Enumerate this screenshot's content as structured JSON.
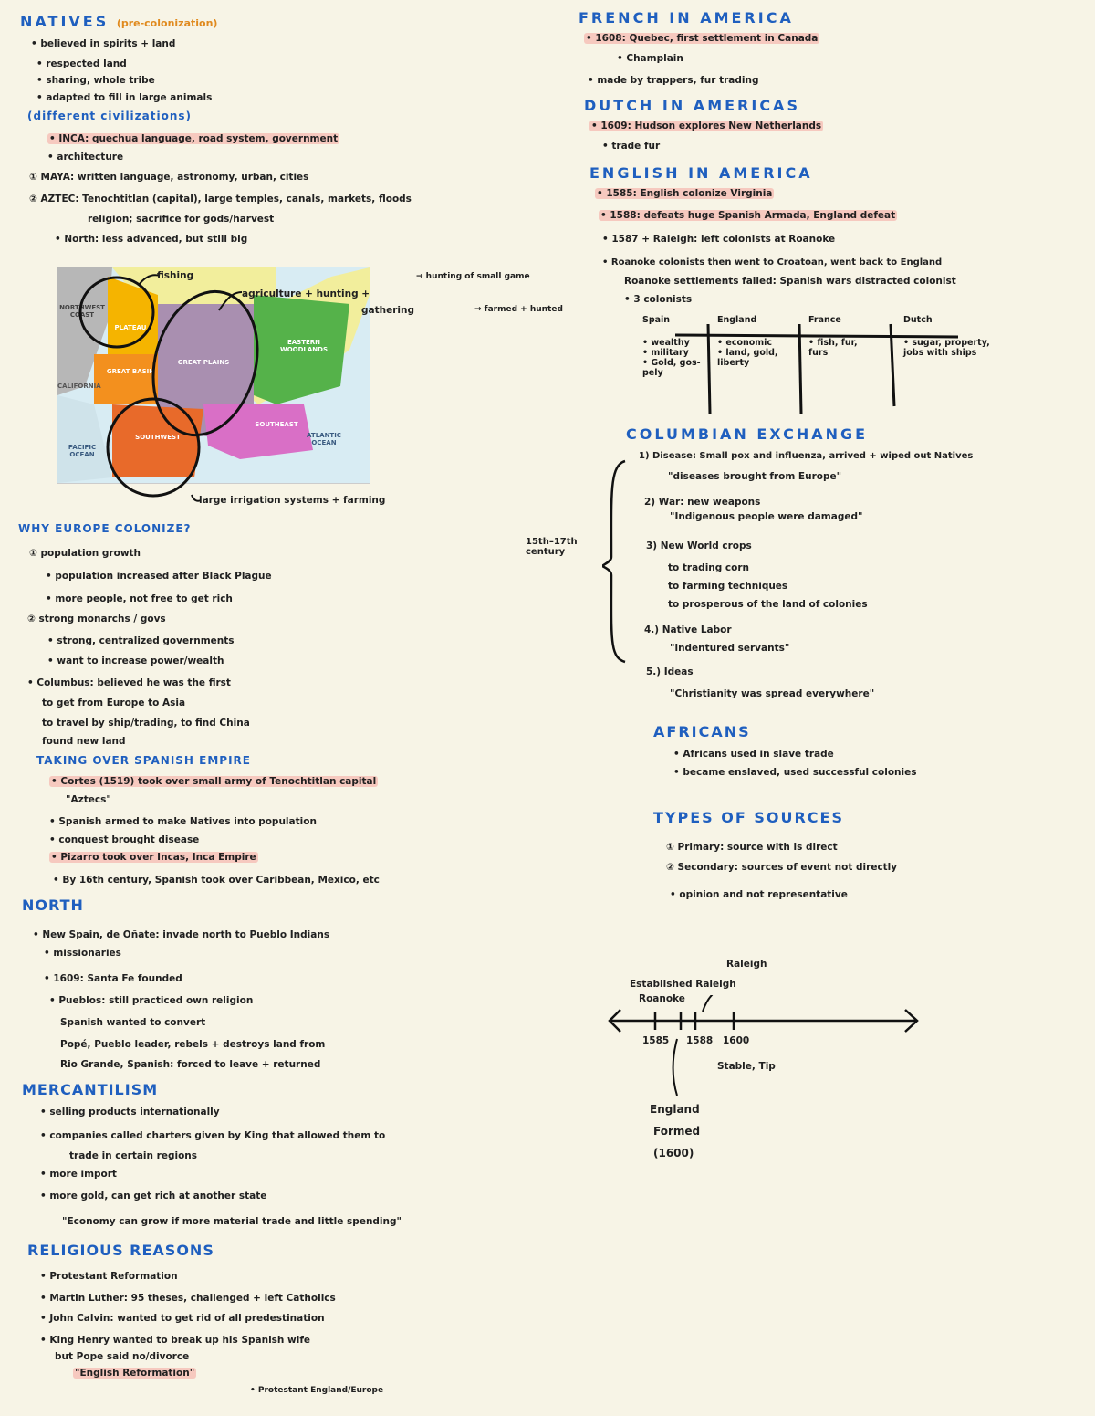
{
  "left": {
    "natives": {
      "title": "NATIVES",
      "subtitle": "(pre-colonization)",
      "lines": [
        "• believed in spirits + land",
        "• respected land",
        "• sharing, whole tribe",
        "• adapted to fill in large animals"
      ],
      "civ_head": "(different civilizations)",
      "inca": "• INCA: quechua language, road system, government",
      "inca2": "• architecture",
      "maya": "① MAYA: written language, astronomy, urban, cities",
      "aztec": "② AZTEC: Tenochtitlan (capital), large temples, canals, markets, floods",
      "aztec2": "  religion; sacrifice for gods/harvest",
      "aztec3": "  • North: less advanced, but still big"
    },
    "map": {
      "regions": [
        "NORTHWEST COAST",
        "PLATEAU",
        "GREAT BASIN",
        "GREAT PLAINS",
        "EASTERN WOODLANDS",
        "SOUTHWEST",
        "SOUTHEAST",
        "ATLANTIC OCEAN",
        "PACIFIC OCEAN",
        "CALIFORNIA"
      ],
      "fishing": "fishing",
      "agri": "agriculture + hunting +",
      "gathering": "gathering",
      "note1": "→ hunting of small game",
      "note2": "→ farmed + hunted",
      "irrigation": "large irrigation systems + farming"
    },
    "why": {
      "title": "WHY EUROPE COLONIZE?",
      "lines": [
        "① population growth",
        "  • population increased after Black Plague",
        "  • more people, not free to get rich",
        "② strong monarchs / govs",
        "  • strong, centralized governments",
        "  • want to increase power/wealth",
        "• Columbus: believed he was the first",
        "  to get from Europe to Asia",
        "  to travel by ship/trading, to find China",
        "  found new land"
      ]
    },
    "spanish": {
      "title": "TAKING OVER SPANISH EMPIRE",
      "lines": [
        "• Cortes (1519) took over small army of Tenochtitlan capital",
        "  \"Aztecs\"",
        "• Spanish armed to make Natives into population",
        "• conquest brought disease",
        "• Pizarro took over Incas, Inca Empire",
        "• By 16th century, Spanish took over Caribbean, Mexico, etc"
      ]
    },
    "north": {
      "title": "NORTH",
      "lines": [
        "• New Spain, de Oñate: invade north to Pueblo Indians",
        "• missionaries",
        "• 1609: Santa Fe founded",
        "• Pueblos: still practiced own religion",
        "  Spanish wanted to convert",
        "  Popé, Pueblo leader, rebels + destroys land from",
        "  Rio Grande, Spanish: forced to leave + returned"
      ]
    },
    "merc": {
      "title": "MERCANTILISM",
      "lines": [
        "• selling products internationally",
        "• companies called charters given by King that allowed them to",
        "  trade in certain regions",
        "• more import",
        "• more gold, can get rich at another state",
        "  \"Economy can grow if more material trade and little spending\""
      ]
    },
    "relig": {
      "title": "RELIGIOUS REASONS",
      "lines": [
        "• Protestant Reformation",
        "• Martin Luther: 95 theses, challenged + left Catholics",
        "• John Calvin: wanted to get rid of all predestination",
        "• King Henry wanted to break up his Spanish wife",
        "  but Pope said no/divorce",
        "  \"English Reformation\"",
        "• Protestant England/Europe"
      ]
    }
  },
  "right": {
    "french": {
      "title": "FRENCH IN AMERICA",
      "lines": [
        "• 1608: Quebec, first settlement in Canada",
        "  • Champlain",
        "• made by trappers, fur trading"
      ]
    },
    "dutch": {
      "title": "DUTCH IN AMERICAS",
      "lines": [
        "• 1609: Hudson explores New Netherlands",
        "  • trade fur"
      ]
    },
    "english": {
      "title": "ENGLISH IN AMERICA",
      "lines": [
        "• 1585: English colonize Virginia",
        "• 1588: defeats huge Spanish Armada, England defeat",
        "• 1587 + Raleigh: left colonists at Roanoke",
        "• Roanoke colonists then went to Croatoan, went back to England",
        "  Roanoke settlements failed: Spanish wars distracted colonist",
        "  • 3 colonists"
      ],
      "table_headers": [
        "Spain",
        "England",
        "France",
        "Dutch"
      ],
      "table_cells": [
        [
          "• wealthy",
          "• military",
          "• Gold, gos-",
          "  pely"
        ],
        [
          "• economic",
          "• land, gold,",
          "  liberty"
        ],
        [
          "• fish, fur,",
          "  furs"
        ],
        [
          "• sugar, property,",
          "  jobs with ships"
        ]
      ]
    },
    "columbian": {
      "title": "COLUMBIAN EXCHANGE",
      "bracket": "15th–17th century",
      "lines": [
        "1) Disease: Small pox and influenza, arrived + wiped out Natives",
        "   \"diseases brought from Europe\"",
        "2) War: new weapons",
        "   \"Indigenous people were damaged\"",
        "3) New World crops",
        "   to trading corn",
        "   to farming techniques",
        "   to prosperous of the land of colonies",
        "4.) Native Labor",
        "   \"indentured servants\"",
        "5.) Ideas",
        "   \"Christianity was spread everywhere\""
      ]
    },
    "africans": {
      "title": "AFRICANS",
      "lines": [
        "• Africans used in slave trade",
        "• became enslaved, used successful colonies"
      ]
    },
    "sources": {
      "title": "TYPES OF SOURCES",
      "lines": [
        "① Primary: source with is direct",
        "② Secondary: sources of event not directly",
        "  • opinion and not representative"
      ]
    },
    "timeline": {
      "labels": [
        "1585",
        "1588",
        "1600"
      ],
      "upper": "Established Raleigh",
      "upper2": "Roanoke",
      "right": "Raleigh",
      "lower": "England",
      "lower2": "Formed",
      "lower3": "(1600)",
      "right2": "Stable, Tip"
    }
  }
}
